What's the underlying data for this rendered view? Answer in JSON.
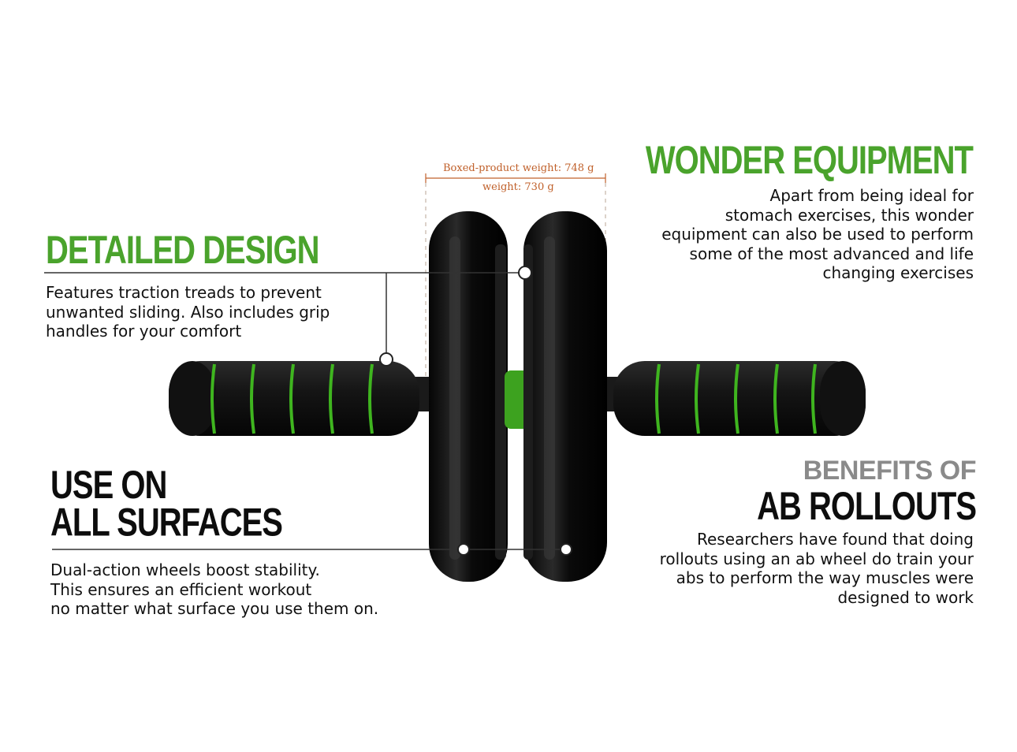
{
  "dimension": {
    "boxed_weight": "Boxed-product weight: 748 g",
    "weight": "weight: 730 g"
  },
  "wonder": {
    "title": "WONDER EQUIPMENT",
    "lines": [
      "Apart from being ideal for",
      "stomach exercises, this wonder",
      "equipment can also be used to perform",
      "some of the most advanced and life",
      "changing exercises"
    ]
  },
  "detailed": {
    "title": "DETAILED DESIGN",
    "lines": [
      "Features traction treads to prevent",
      "unwanted sliding. Also includes grip",
      "handles for your comfort"
    ]
  },
  "surfaces": {
    "title_line1": "USE ON",
    "title_line2": "ALL SURFACES",
    "lines": [
      "Dual-action wheels boost stability.",
      "This ensures an efficient workout",
      "no matter what surface you use them on."
    ]
  },
  "benefits": {
    "title_gray": "BENEFITS OF",
    "title_black": "AB ROLLOUTS",
    "lines": [
      "Researchers have found that doing",
      "rollouts using an ab wheel do train your",
      "abs to perform the way muscles were",
      "designed to work"
    ]
  },
  "colors": {
    "accent_green": "#4aa32c",
    "dimension_orange": "#c0602a",
    "wheel_black": "#111111"
  }
}
